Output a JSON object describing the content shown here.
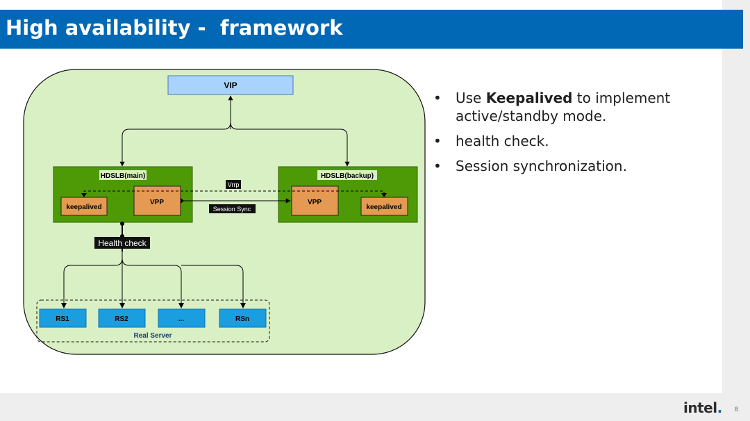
{
  "slide": {
    "title": "High availability -  framework",
    "logo_text": "intel",
    "logo_dot": ".",
    "page_number": "8"
  },
  "colors": {
    "title_bar": "#0068b5",
    "container_fill": "#d9efc4",
    "node_fill": "#4e9a06",
    "box_fill": "#e49a52",
    "vip_fill": "#a9d3fc",
    "rs_fill": "#1a9ee0"
  },
  "bullets": [
    {
      "bullet": "•",
      "before": "Use ",
      "bold": "Keepalived",
      "after": " to implement active/standby mode."
    },
    {
      "bullet": "•",
      "before": "health check.",
      "bold": "",
      "after": ""
    },
    {
      "bullet": "•",
      "before": "Session synchronization.",
      "bold": "",
      "after": ""
    }
  ],
  "diagram": {
    "vip": "VIP",
    "main_node": "HDSLB(main)",
    "backup_node": "HDSLB(backup)",
    "keepalived_main": "keepalived",
    "keepalived_backup": "keepalived",
    "vpp_main": "VPP",
    "vpp_backup": "VPP",
    "vrrp_label": "Vrrp",
    "session_sync_label": "Session Sync",
    "health_check_label": "Health check",
    "real_servers": [
      "RS1",
      "RS2",
      "...",
      "RSn"
    ],
    "real_server_group": "Real Server"
  }
}
